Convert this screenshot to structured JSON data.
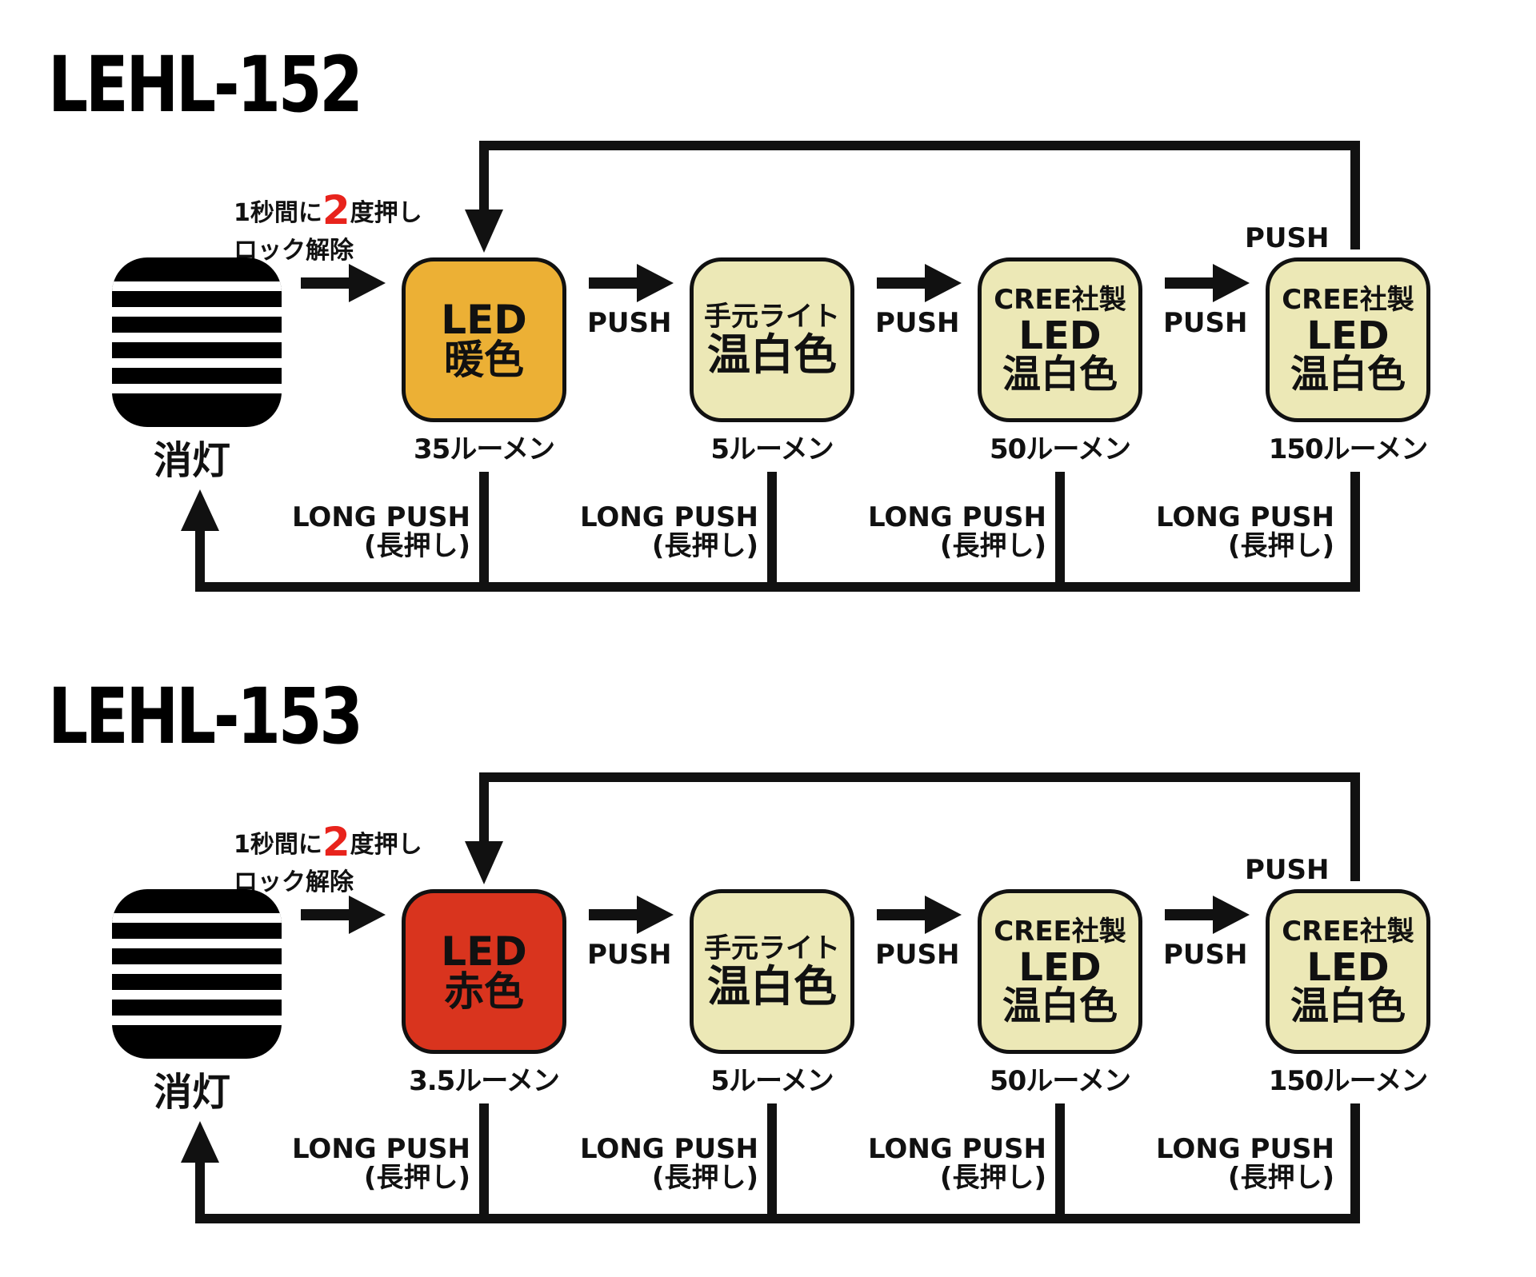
{
  "colors": {
    "warm_orange": "#ecb035",
    "red": "#d9341e",
    "cream": "#ece8b6",
    "accent_red_digit": "#e8231c",
    "line": "#111111"
  },
  "sections": [
    {
      "model": "LEHL-152",
      "off_label": "消灯",
      "unlock_line1_pre": "1秒間に",
      "unlock_big": "2",
      "unlock_line1_post": "度押し",
      "unlock_line2": "ロック解除",
      "push_label": "PUSH",
      "top_push_label": "PUSH",
      "long_push_line1": "LONG PUSH",
      "long_push_line2": "(長押し)",
      "modes": [
        {
          "l1": "",
          "l2": "LED",
          "l3": "暖色",
          "lumen": "35ルーメン",
          "color": "orange"
        },
        {
          "l1": "手元ライト",
          "l2": "温白色",
          "l3": "",
          "lumen": "5ルーメン",
          "color": "cream"
        },
        {
          "l1": "CREE社製",
          "l2": "LED",
          "l3": "温白色",
          "lumen": "50ルーメン",
          "color": "cream"
        },
        {
          "l1": "CREE社製",
          "l2": "LED",
          "l3": "温白色",
          "lumen": "150ルーメン",
          "color": "cream"
        }
      ]
    },
    {
      "model": "LEHL-153",
      "off_label": "消灯",
      "unlock_line1_pre": "1秒間に",
      "unlock_big": "2",
      "unlock_line1_post": "度押し",
      "unlock_line2": "ロック解除",
      "push_label": "PUSH",
      "top_push_label": "PUSH",
      "long_push_line1": "LONG PUSH",
      "long_push_line2": "(長押し)",
      "modes": [
        {
          "l1": "",
          "l2": "LED",
          "l3": "赤色",
          "lumen": "3.5ルーメン",
          "color": "red"
        },
        {
          "l1": "手元ライト",
          "l2": "温白色",
          "l3": "",
          "lumen": "5ルーメン",
          "color": "cream"
        },
        {
          "l1": "CREE社製",
          "l2": "LED",
          "l3": "温白色",
          "lumen": "50ルーメン",
          "color": "cream"
        },
        {
          "l1": "CREE社製",
          "l2": "LED",
          "l3": "温白色",
          "lumen": "150ルーメン",
          "color": "cream"
        }
      ]
    }
  ]
}
